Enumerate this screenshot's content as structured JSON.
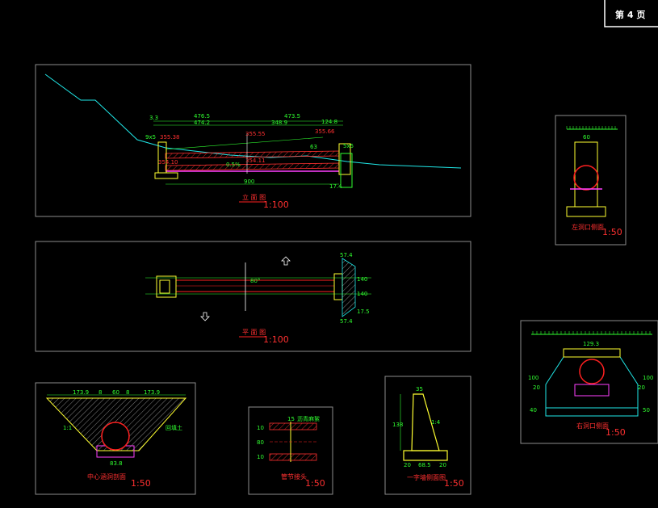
{
  "page_label": "第 4 页",
  "views": {
    "elevation": {
      "title": "立 面 图",
      "scale": "1:100",
      "dims_top": [
        "3.3",
        "476.5",
        "473.5",
        "124.8"
      ],
      "dims_second": [
        "474.2",
        "348.9"
      ],
      "elevations": [
        "355.38",
        "355.55",
        "355.66",
        "354.10",
        "354.11"
      ],
      "slope": "0.5%",
      "length": "900",
      "right_dims": [
        "5x5",
        "17.4"
      ],
      "left_dim": "9x5",
      "mid_dim": "63"
    },
    "plan": {
      "title": "平 面 图",
      "scale": "1:100",
      "angle": "80°",
      "right_dims": [
        "57.4",
        "57.4",
        "140",
        "140",
        "17.5"
      ]
    },
    "left_headwall": {
      "title": "左洞口侧面",
      "scale": "1:50",
      "top_dim": "60"
    },
    "right_headwall": {
      "title": "右洞口侧面",
      "scale": "1:50",
      "top_dim": "129.3",
      "left_dims": [
        "100",
        "20",
        "40"
      ],
      "right_dims": [
        "100",
        "20",
        "50"
      ]
    },
    "mid_section": {
      "title": "中心涵洞剖面",
      "scale": "1:50",
      "top_dims": [
        "173.9",
        "8",
        "60",
        "8",
        "173.9"
      ],
      "bottom_dim": "83.8",
      "slope_labels": [
        "1:1",
        "回填土"
      ]
    },
    "pipe_joint": {
      "title": "管节接头",
      "scale": "1:50",
      "top_dim": "15",
      "note": "沥青麻絮",
      "side_dims": [
        "10",
        "80",
        "10"
      ]
    },
    "wingwall": {
      "title": "一字墙侧面图",
      "scale": "1:50",
      "top_dim": "35",
      "height_dim": "138",
      "slope": "1:4",
      "bottom_dims": [
        "20",
        "68.5",
        "20"
      ]
    }
  }
}
